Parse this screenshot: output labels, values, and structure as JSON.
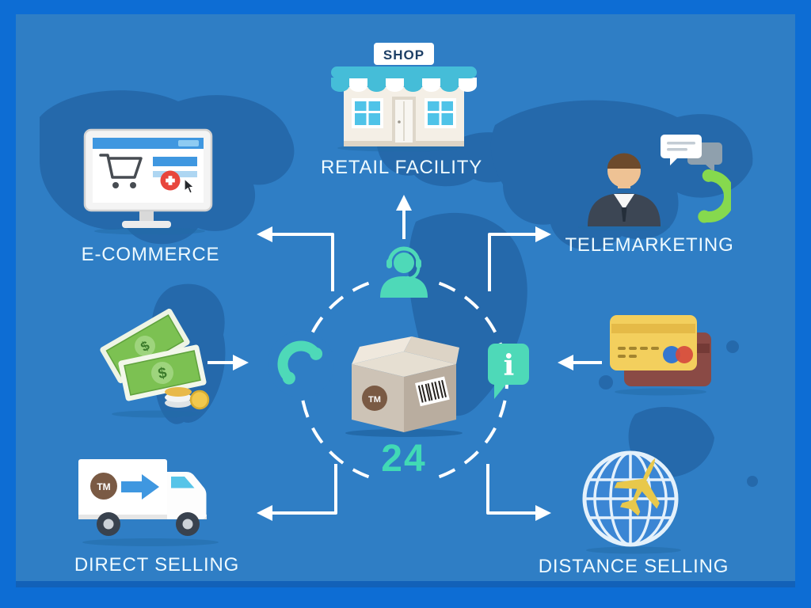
{
  "colors": {
    "frame_blue": "#0d6dd4",
    "canvas_blue": "#2f7ec5",
    "map_blue": "#2569ab",
    "label_white": "#eefaff",
    "mint_accent": "#41d9b5",
    "arrow_white": "#ffffff",
    "sign_navy": "#1d3f66",
    "badge_red": "#e8463c",
    "phone_green": "#86d94e",
    "bill_green": "#7cc152",
    "card_yellow": "#f3cf5d",
    "card_maroon": "#8a4a45",
    "box_brown": "#7a5a44",
    "globe_blue": "#3b86d4",
    "plane_yellow": "#e8c84b"
  },
  "channels": {
    "retail": {
      "label": "RETAIL FACILITY",
      "icon": "shop-building-icon"
    },
    "ecommerce": {
      "label": "E-COMMERCE",
      "icon": "monitor-shopping-cart-icon"
    },
    "telemarketing": {
      "label": "TELEMARKETING",
      "icon": "telemarketer-headset-icon"
    },
    "direct": {
      "label": "DIRECT SELLING",
      "icon": "delivery-truck-icon"
    },
    "distance": {
      "label": "DISTANCE SELLING",
      "icon": "globe-airplane-icon"
    }
  },
  "shop": {
    "sign": "SHOP"
  },
  "money": {
    "symbol": "$",
    "icon": "dollar-bills-coins-icon"
  },
  "payments": {
    "card_icon": "credit-cards-icon"
  },
  "brand": {
    "mark": "TM"
  },
  "center": {
    "hours": "24",
    "info_glyph": "i",
    "package_icon": "package-box-icon",
    "support_icon": "support-agent-headset-icon",
    "phone_icon": "phone-handset-icon",
    "info_icon": "info-speech-bubble-icon"
  }
}
